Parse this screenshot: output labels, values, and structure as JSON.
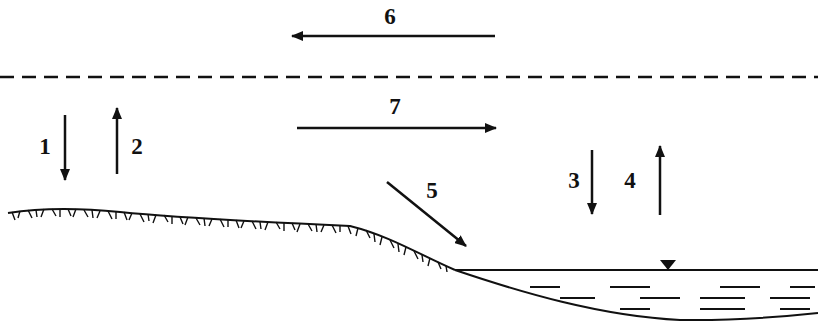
{
  "diagram": {
    "labels": [
      "6",
      "1",
      "2",
      "7",
      "5",
      "3",
      "4"
    ]
  }
}
